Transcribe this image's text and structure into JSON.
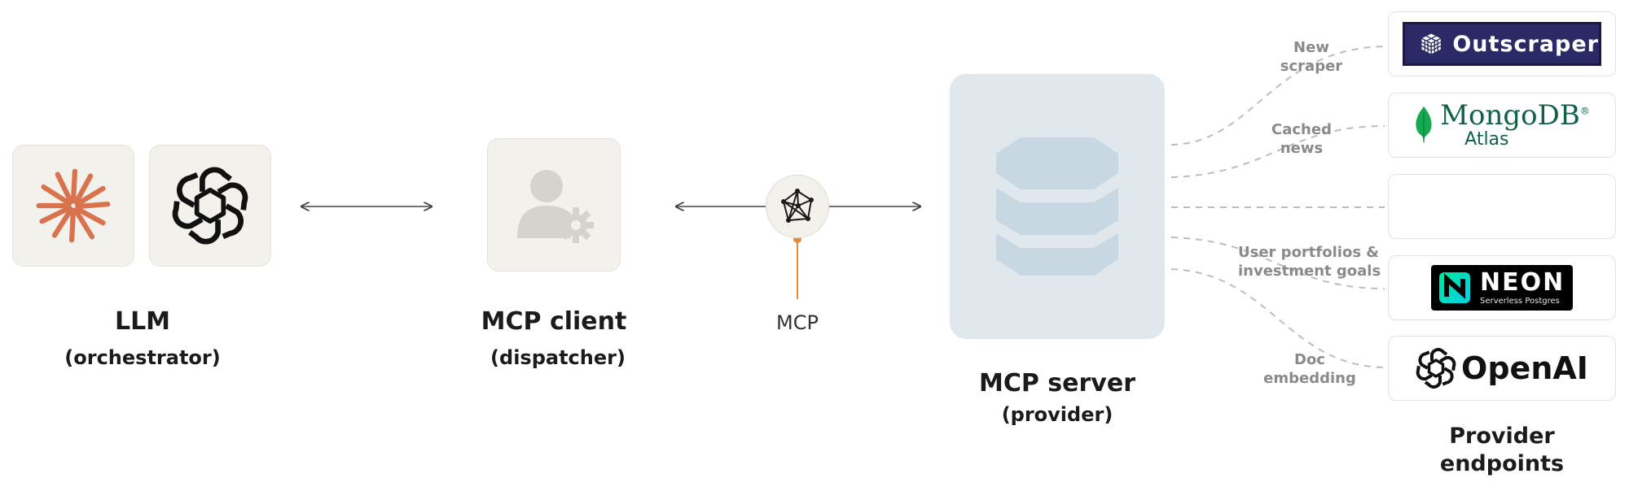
{
  "llm": {
    "title": "LLM",
    "subtitle": "(orchestrator)",
    "icons": [
      "claude-starburst-icon",
      "openai-knot-icon"
    ]
  },
  "client": {
    "title": "MCP client",
    "subtitle": "(dispatcher)",
    "icon": "user-gear-icon"
  },
  "protocol": {
    "label": "MCP",
    "icon": "mcp-network-icon",
    "accent": "#e8893a"
  },
  "server": {
    "title": "MCP server",
    "subtitle": "(provider)",
    "icon": "database-stack-icon",
    "box_color": "#e1e8ed"
  },
  "endpoints": {
    "title_line1": "Provider",
    "title_line2": "endpoints",
    "items": [
      {
        "name": "outscraper",
        "logo_text": "Outscraper",
        "brand_color": "#2b2966"
      },
      {
        "name": "mongodb",
        "logo_text": "MongoDB",
        "logo_subtext": "Atlas",
        "reg_mark": "®",
        "brand_color": "#116149"
      },
      {
        "name": "empty",
        "logo_text": ""
      },
      {
        "name": "neon",
        "logo_text": "NEON",
        "logo_subtext": "Serverless Postgres",
        "brand_color": "#00e599"
      },
      {
        "name": "openai",
        "logo_text": "OpenAI",
        "brand_color": "#111111"
      }
    ]
  },
  "edges": [
    {
      "line1": "New",
      "line2": "scraper"
    },
    {
      "line1": "Cached",
      "line2": "news"
    },
    {
      "line1": "User portfolios &",
      "line2": "investment goals"
    },
    {
      "line1": "Doc",
      "line2": "embedding"
    }
  ]
}
